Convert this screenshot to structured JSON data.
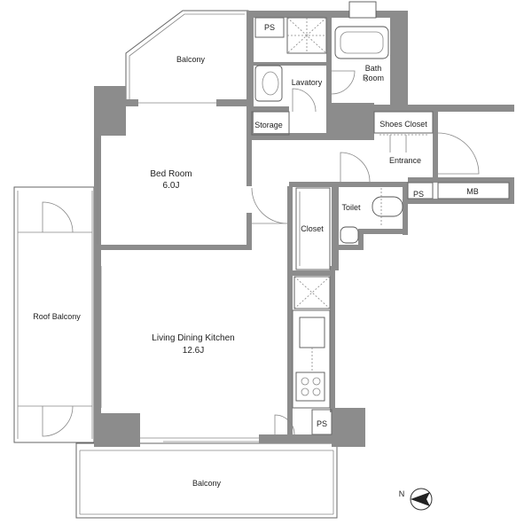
{
  "rooms": {
    "balcony_top": "Balcony",
    "ps_top": "PS",
    "lavatory": "Lavatory",
    "bath_room_line1": "Bath",
    "bath_room_line2": "Room",
    "storage": "Storage",
    "shoes_closet": "Shoes Closet",
    "bed_room": "Bed Room",
    "bed_room_size": "6.0J",
    "entrance": "Entrance",
    "toilet": "Toilet",
    "ps_entrance": "PS",
    "mb": "MB",
    "closet": "Closet",
    "roof_balcony": "Roof Balcony",
    "ldk": "Living Dining Kitchen",
    "ldk_size": "12.6J",
    "ps_kitchen": "PS",
    "balcony_bottom": "Balcony"
  },
  "compass": {
    "letter": "N"
  }
}
